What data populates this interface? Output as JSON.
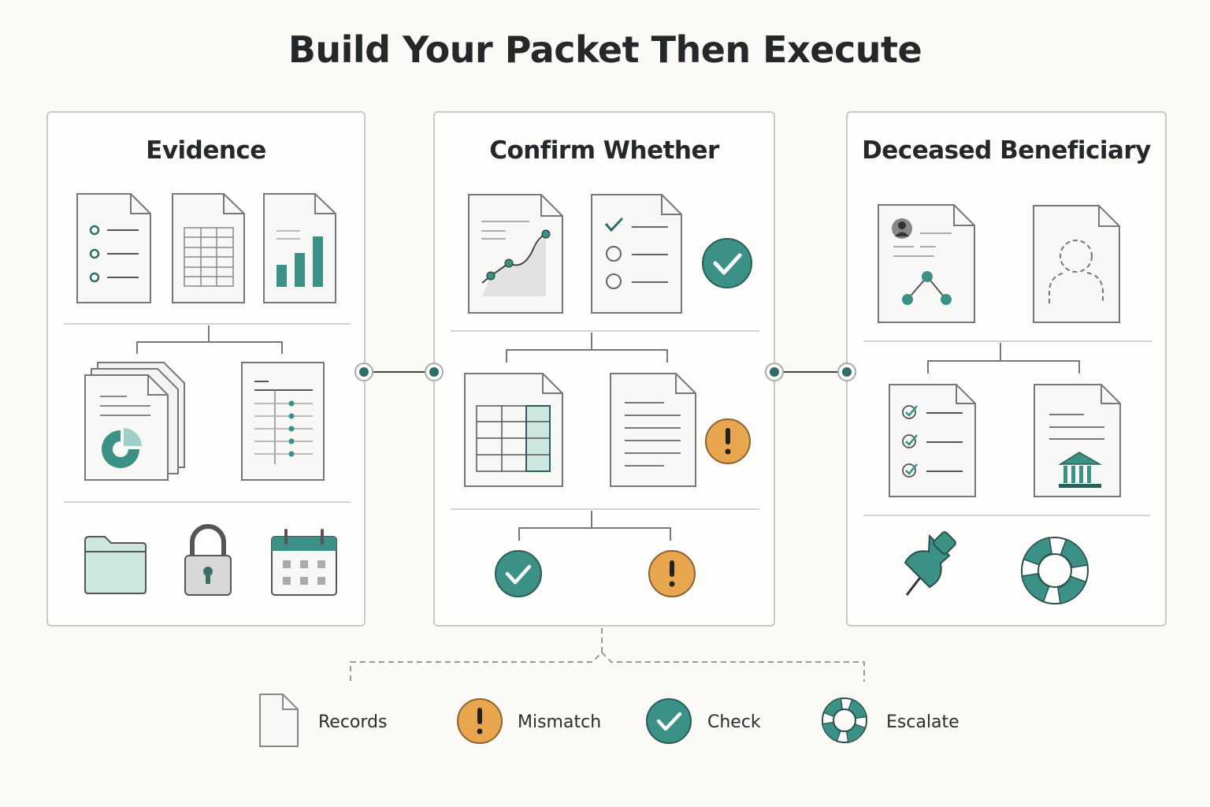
{
  "title": "Build Your Packet Then Execute",
  "colors": {
    "teal": "#3b9186",
    "teal_light": "#cde6e0",
    "orange": "#e8a64f",
    "line": "#707070",
    "paper": "#f7f7f5"
  },
  "panels": [
    {
      "title": "Evidence"
    },
    {
      "title": "Confirm Whether"
    },
    {
      "title": "Deceased Beneficiary"
    }
  ],
  "legend": [
    {
      "icon": "document-icon",
      "label": "Records"
    },
    {
      "icon": "alert-icon",
      "label": "Mismatch"
    },
    {
      "icon": "check-icon",
      "label": "Check"
    },
    {
      "icon": "lifebuoy-icon",
      "label": "Escalate"
    }
  ]
}
